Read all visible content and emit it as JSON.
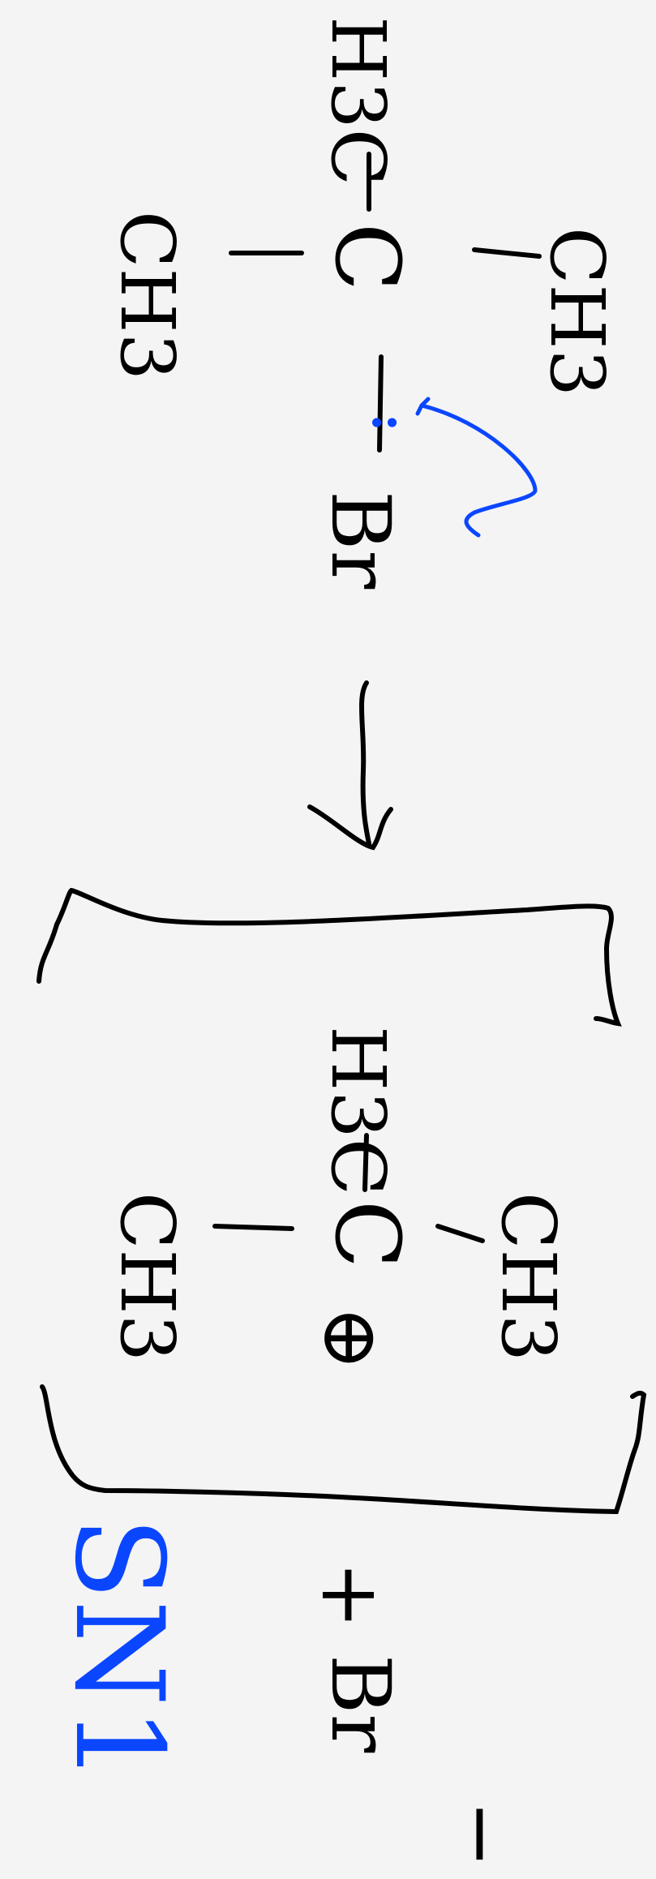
{
  "colors": {
    "background": "#f4f4f4",
    "ink": "#000000",
    "annotation": "#0b46ff"
  },
  "reactant": {
    "carbon": "C",
    "group_top": "H3C",
    "group_left": "CH3",
    "group_right": "CH3",
    "leaving_group": "Br",
    "lone_pairs_symbol": ":"
  },
  "arrow_icon": "down-arrow-icon",
  "intermediate": {
    "carbon": "C",
    "charge": "⊕",
    "group_top": "H3C",
    "group_left": "CH3",
    "group_right": "CH3"
  },
  "byproduct": {
    "plus": "+",
    "ion": "Br",
    "charge": "−"
  },
  "label": "SN1"
}
